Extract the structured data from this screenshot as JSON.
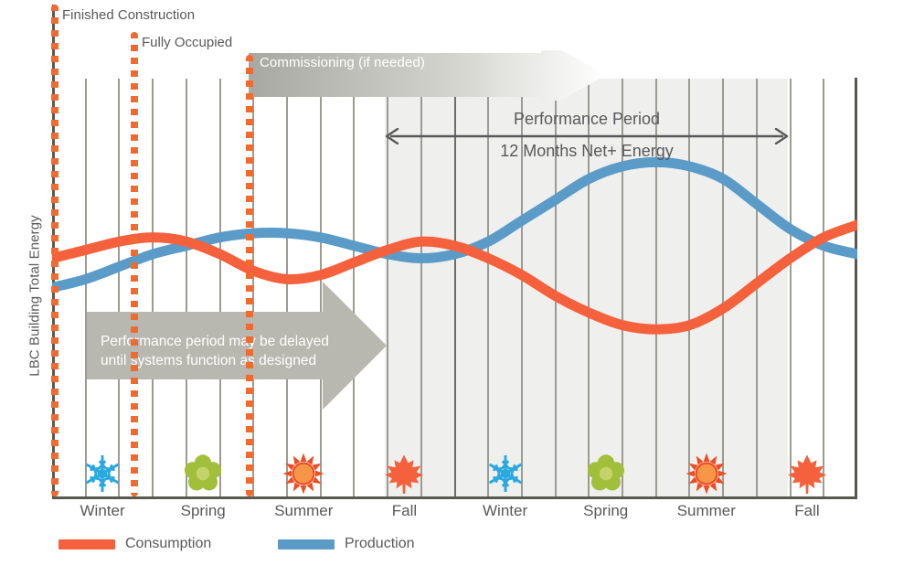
{
  "chart_data": {
    "type": "line",
    "title": "",
    "ylabel": "LBC Building Total Energy",
    "xlabel": "",
    "grid": true,
    "legend_position": "bottom-left",
    "xlim": [
      0,
      24
    ],
    "ylim": [
      0,
      100
    ],
    "x_unit": "months",
    "categories": [
      "Winter",
      "Spring",
      "Summer",
      "Fall",
      "Winter",
      "Spring",
      "Summer",
      "Fall"
    ],
    "tick_labels": [
      "Winter",
      "Spring",
      "Summer",
      "Fall",
      "Winter",
      "Spring",
      "Summer",
      "Fall"
    ],
    "series": [
      {
        "name": "Consumption",
        "color": "#f4613c",
        "values": [
          57,
          59,
          61,
          62,
          61,
          58,
          54,
          52,
          53,
          56,
          59,
          61,
          60,
          57,
          53,
          48,
          44,
          41,
          40,
          41,
          45,
          51,
          57,
          62,
          65
        ]
      },
      {
        "name": "Production",
        "color": "#5a9bc8",
        "values": [
          50,
          52,
          55,
          58,
          60,
          62,
          63,
          63,
          62,
          60,
          58,
          57,
          58,
          61,
          66,
          71,
          76,
          79,
          80,
          79,
          76,
          70,
          64,
          60,
          58
        ]
      }
    ],
    "legend": [
      {
        "label": "Consumption",
        "color": "#f4613c"
      },
      {
        "label": "Production",
        "color": "#5a9bc8"
      }
    ],
    "season_icons": [
      {
        "season": "Winter",
        "icon": "snowflake-icon",
        "color": "#2aa9e0"
      },
      {
        "season": "Spring",
        "icon": "flower-icon",
        "color": "#a2bf3c"
      },
      {
        "season": "Summer",
        "icon": "sun-icon",
        "color": "#f79646"
      },
      {
        "season": "Fall",
        "icon": "leaf-icon",
        "color": "#f4613c"
      },
      {
        "season": "Winter",
        "icon": "snowflake-icon",
        "color": "#2aa9e0"
      },
      {
        "season": "Spring",
        "icon": "flower-icon",
        "color": "#a2bf3c"
      },
      {
        "season": "Summer",
        "icon": "sun-icon",
        "color": "#f79646"
      },
      {
        "season": "Fall",
        "icon": "leaf-icon",
        "color": "#f4613c"
      }
    ],
    "annotations": [
      {
        "name": "finished-construction",
        "text": "Finished Construction",
        "type": "milestone",
        "color": "#f26a2e"
      },
      {
        "name": "fully-occupied",
        "text": "Fully Occupied",
        "type": "milestone",
        "color": "#f26a2e"
      },
      {
        "name": "commissioning",
        "text": "Commissioning (if needed)",
        "type": "arrow",
        "color": "#b3b3ad"
      },
      {
        "name": "delay-note",
        "text": "Performance period may be delayed until systems function as designed",
        "type": "arrow",
        "color": "#b8b8b0"
      },
      {
        "name": "performance-period",
        "text": "Performance Period",
        "subtext": "12 Months Net+ Energy",
        "type": "span-arrow",
        "color": "#58595b"
      }
    ]
  },
  "axis": {
    "y_label": "LBC Building Total Energy"
  },
  "milestones": {
    "finished_construction": "Finished Construction",
    "fully_occupied": "Fully Occupied",
    "commissioning": "Commissioning (if needed)"
  },
  "delay_note": {
    "text": "Performance period may be delayed until systems function as designed"
  },
  "performance_period": {
    "title": "Performance Period",
    "subtitle": "12 Months Net+ Energy"
  },
  "seasons": [
    {
      "label": "Winter"
    },
    {
      "label": "Spring"
    },
    {
      "label": "Summer"
    },
    {
      "label": "Fall"
    },
    {
      "label": "Winter"
    },
    {
      "label": "Spring"
    },
    {
      "label": "Summer"
    },
    {
      "label": "Fall"
    }
  ],
  "legend": {
    "consumption": "Consumption",
    "production": "Production"
  },
  "colors": {
    "consumption": "#f4613c",
    "production": "#5a9bc8",
    "milestone": "#f26a2e",
    "shade": "#efefed",
    "arrow_gray": "#b8b8b0",
    "axis": "#58594f",
    "text": "#58595b"
  }
}
